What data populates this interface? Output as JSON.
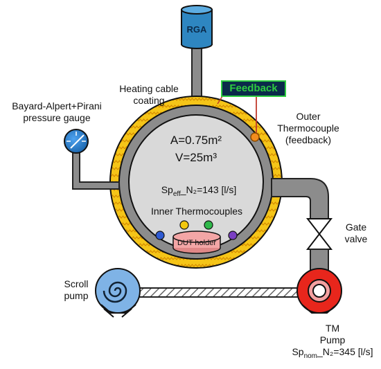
{
  "components": {
    "rga": "RGA",
    "feedback": "Feedback",
    "dut_holder": "DUT holder"
  },
  "labels": {
    "heating_cable_line1": "Heating cable",
    "heating_cable_line2": "coating",
    "gauge_line1": "Bayard-Alpert+Pirani",
    "gauge_line2": "pressure gauge",
    "outer_tc_line1": "Outer",
    "outer_tc_line2": "Thermocouple",
    "outer_tc_line3": "(feedback)",
    "area": "A=0.75m²",
    "volume": "V=25m³",
    "sp_eff_prefix": "Sp",
    "sp_eff_sub": "eff",
    "sp_eff_rest": "_N₂=143 [l/s]",
    "inner_tc": "Inner Thermocouples",
    "gate_valve_line1": "Gate",
    "gate_valve_line2": "valve",
    "scroll_line1": "Scroll",
    "scroll_line2": "pump",
    "tm_line1": "TM",
    "tm_line2": "Pump",
    "sp_nom_prefix": "Sp",
    "sp_nom_sub": "nom",
    "sp_nom_rest": "_N₂=345 [l/s]"
  },
  "colors": {
    "heating_coating": "#F5C518",
    "chamber_fill": "#D9D9D9",
    "chamber_wall": "#8C8C8C",
    "rga": "#2E86C1",
    "feedback_text": "#2ECC40",
    "feedback_bg": "#0B2A4A",
    "gauge": "#1F77C9",
    "scroll_pump": "#7FB3E6",
    "tm_pump": "#E8261C",
    "dut_holder": "#F3A6A6",
    "outer_thermocouple": "#F28C1E",
    "inner_thermocouples": [
      "#2F5BD3",
      "#F2C80F",
      "#2FB84A",
      "#7A3FC2"
    ]
  },
  "icons": [
    "rga-cylinder",
    "pressure-gauge-icon",
    "gate-valve-icon",
    "scroll-pump-icon",
    "turbomolecular-pump-icon"
  ]
}
